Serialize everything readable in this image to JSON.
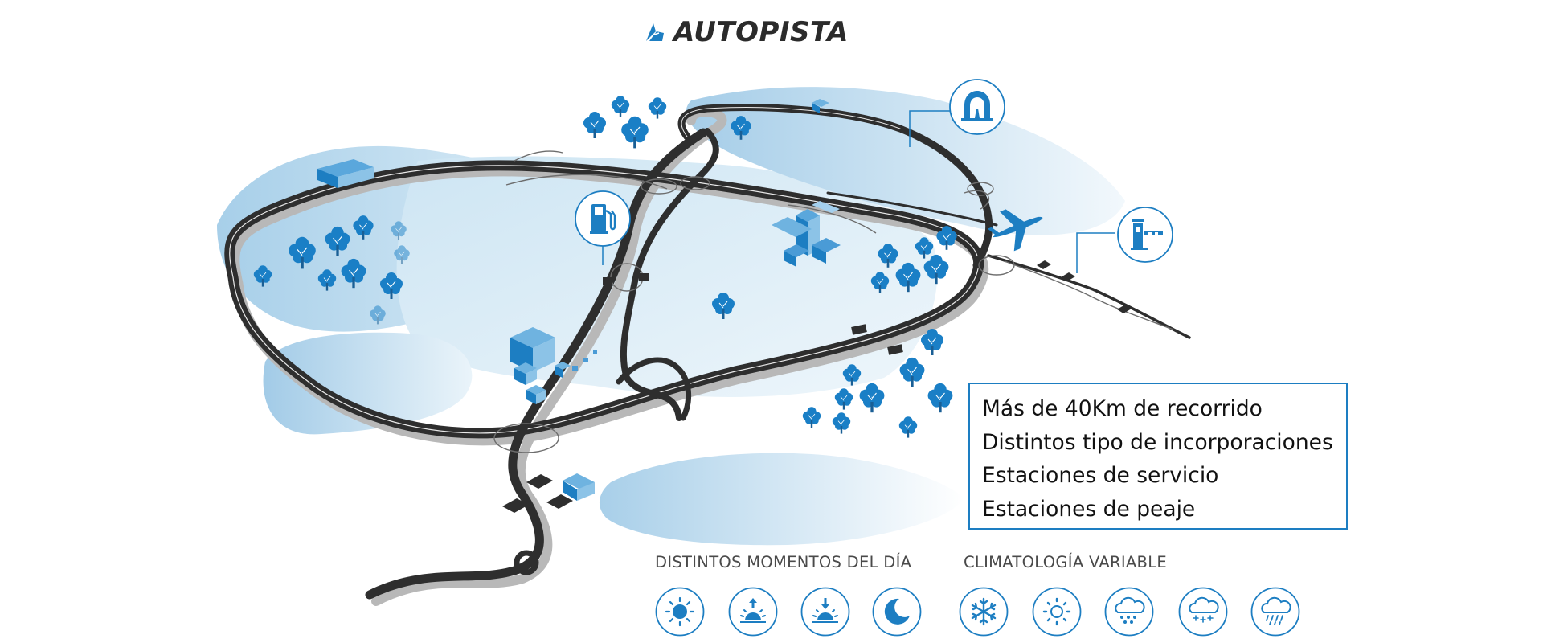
{
  "title": "AUTOPISTA",
  "features": [
    "Más de 40Km de recorrido",
    "Distintos tipo de incorporaciones",
    "Estaciones de servicio",
    "Estaciones de peaje"
  ],
  "day_moments": {
    "label": "DISTINTOS  MOMENTOS DEL DÍA",
    "icons": [
      "sun-icon",
      "sunrise-icon",
      "sunset-icon",
      "moon-icon"
    ]
  },
  "weather": {
    "label": "CLIMATOLOGÍA VARIABLE",
    "icons": [
      "snowflake-icon",
      "fog-icon",
      "hail-cloud-icon",
      "snow-cloud-icon",
      "rain-cloud-icon"
    ]
  },
  "map_icons": [
    "tunnel-icon",
    "fuel-station-icon",
    "toll-booth-icon",
    "airplane-icon"
  ],
  "colors": {
    "accent": "#1d7ec2",
    "road": "#2e2e2e",
    "road_shadow": "#b8b8b8",
    "area_light": "#d3e8f4",
    "area_mid": "#a9d1ea",
    "tree": "#1a7fc6"
  }
}
